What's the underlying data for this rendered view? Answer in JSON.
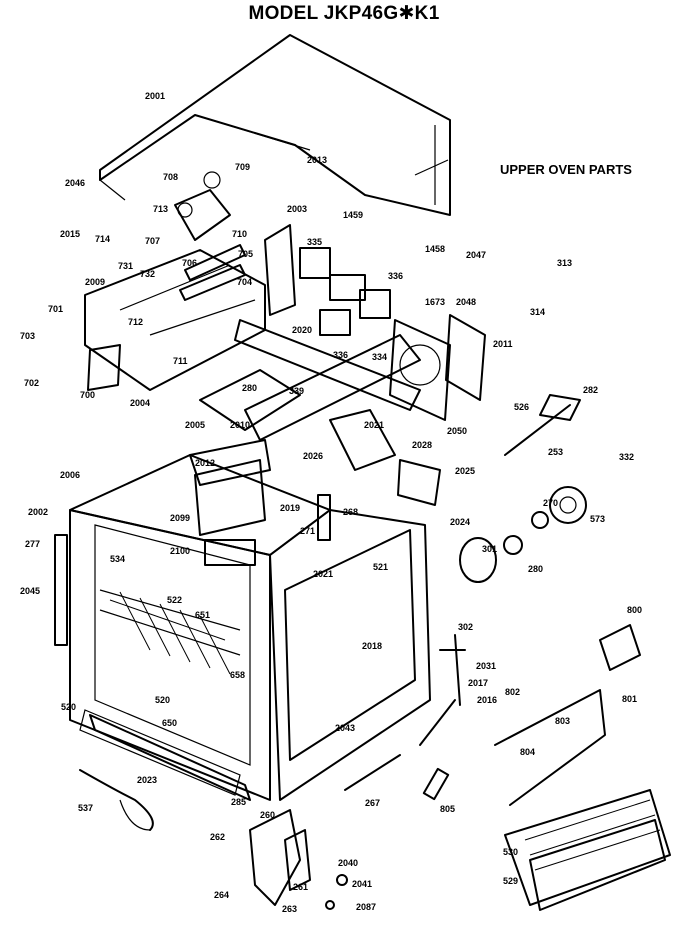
{
  "title": "MODEL JKP46G✱K1",
  "subtitle": "UPPER OVEN PARTS",
  "callouts": [
    "2001",
    "2013",
    "2046",
    "709",
    "708",
    "713",
    "2015",
    "714",
    "707",
    "710",
    "2003",
    "1459",
    "335",
    "336",
    "1458",
    "2047",
    "313",
    "706",
    "705",
    "731",
    "732",
    "704",
    "2009",
    "701",
    "712",
    "1673",
    "2048",
    "314",
    "703",
    "711",
    "2020",
    "336",
    "334",
    "2011",
    "702",
    "700",
    "2004",
    "280",
    "339",
    "2050",
    "2005",
    "2010",
    "282",
    "526",
    "253",
    "332",
    "2021",
    "2028",
    "2006",
    "2025",
    "2012",
    "2026",
    "270",
    "573",
    "2002",
    "2099",
    "2019",
    "268",
    "2024",
    "277",
    "2100",
    "271",
    "301",
    "280",
    "534",
    "521",
    "2045",
    "522",
    "2021",
    "651",
    "800",
    "302",
    "2018",
    "2031",
    "658",
    "2017",
    "801",
    "520",
    "520",
    "802",
    "2016",
    "650",
    "803",
    "2043",
    "804",
    "2023",
    "285",
    "267",
    "805",
    "537",
    "260",
    "262",
    "530",
    "2040",
    "261",
    "529",
    "2041",
    "264",
    "263",
    "2087"
  ]
}
